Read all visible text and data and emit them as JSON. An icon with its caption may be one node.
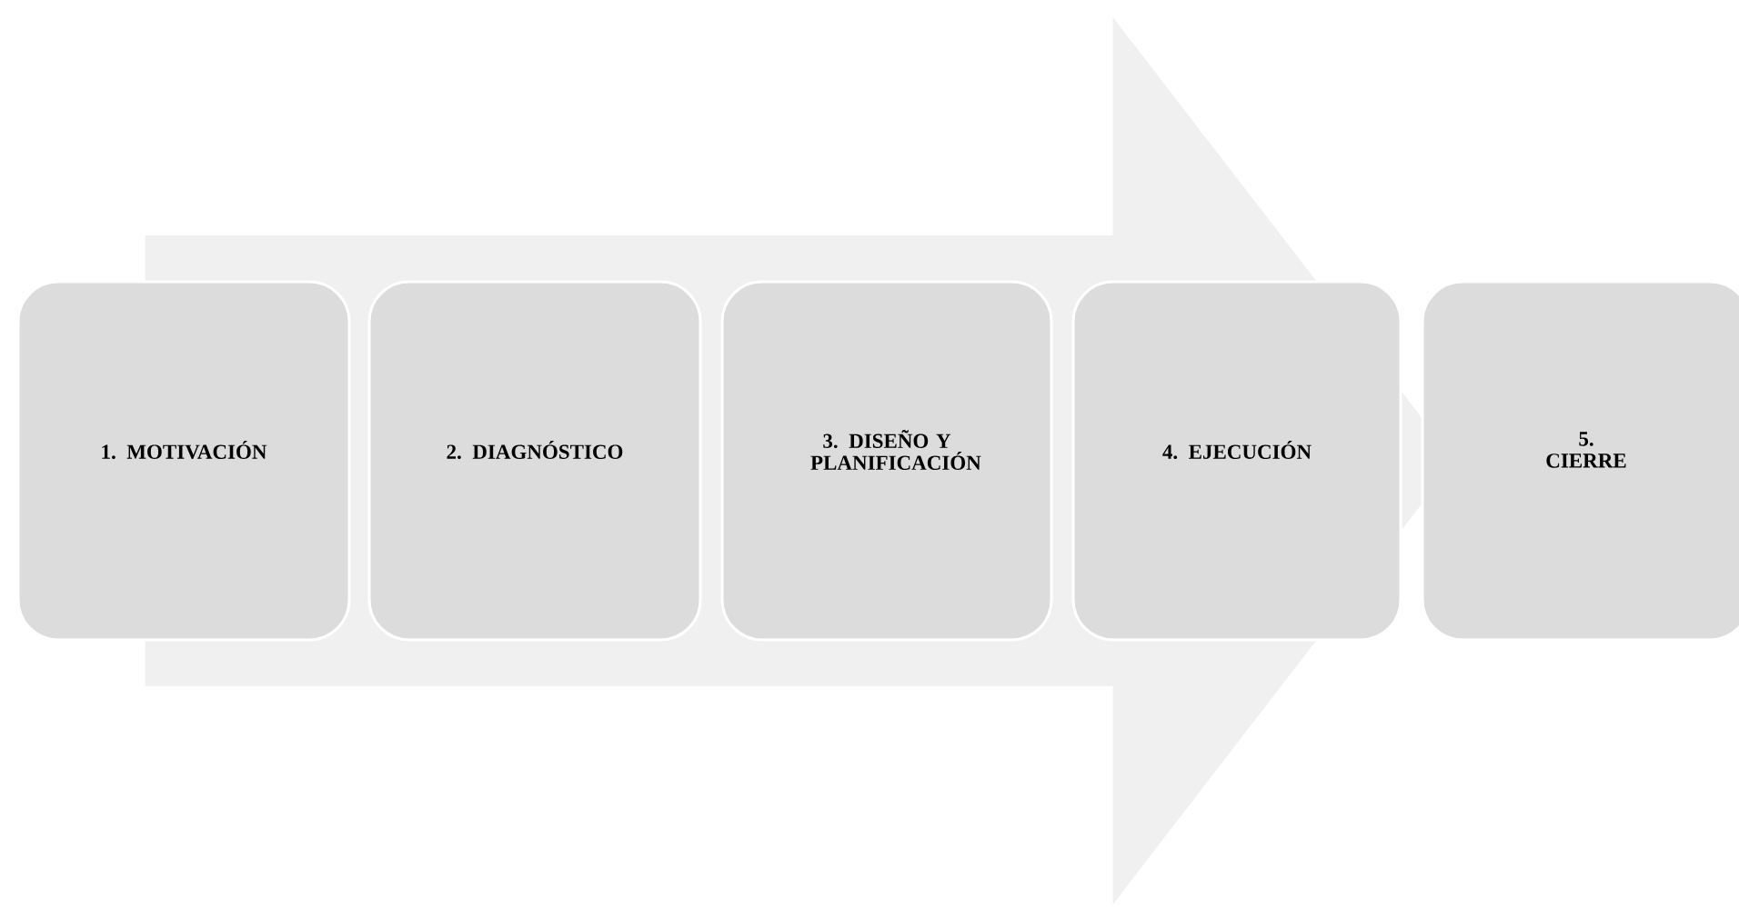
{
  "diagram": {
    "nodes": [
      {
        "text": [
          "1. MOTIVACIÓN"
        ]
      },
      {
        "text": [
          "2. DIAGNÓSTICO"
        ]
      },
      {
        "text": [
          "3. DISEÑO Y PLANIFICACIÓN"
        ]
      },
      {
        "text": [
          "4. EJECUCIÓN"
        ]
      },
      {
        "text": [
          "5. CIERRE"
        ]
      }
    ],
    "edges": [
      {
        "from": 0,
        "to": 4,
        "arrow": "to"
      }
    ]
  }
}
